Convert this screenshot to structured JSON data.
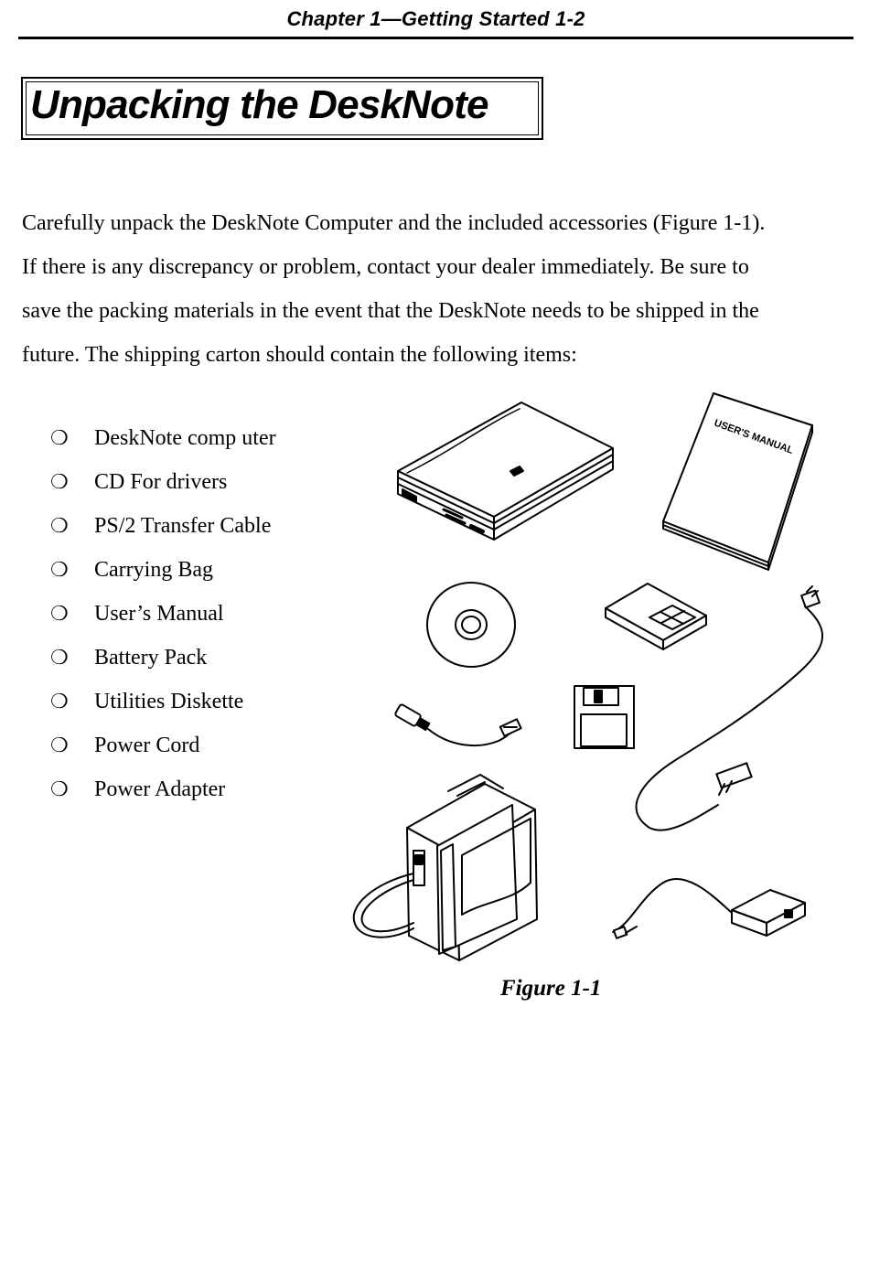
{
  "header": {
    "text": "Chapter 1—Getting Started   1-2"
  },
  "title": "Unpacking the DeskNote",
  "paragraph": [
    "Carefully unpack the DeskNote Computer and the included accessories (Figure 1-1).",
    "If there is any discrepancy or problem, contact your dealer immediately.  Be sure to",
    "save the packing materials in the event that the DeskNote needs to be shipped in the",
    "future. The shipping carton should contain the following items:"
  ],
  "bullet_glyph": "❍",
  "items": [
    "DeskNote comp uter",
    "CD For drivers",
    "PS/2 Transfer Cable",
    "Carrying Bag",
    "User’s Manual",
    "Battery Pack",
    "Utilities Diskette",
    "Power Cord",
    "Power Adapter"
  ],
  "figure": {
    "manual_label": "USER'S MANUAL",
    "caption": "Figure 1-1"
  }
}
